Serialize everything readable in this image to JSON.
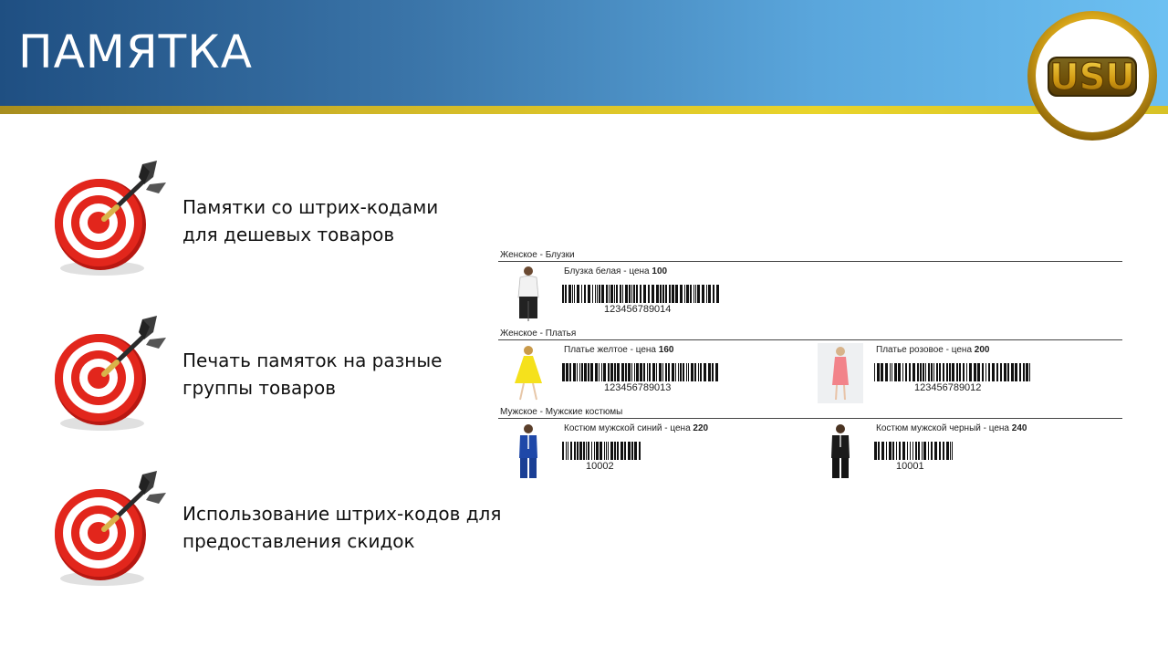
{
  "slide": {
    "title": "ПАМЯТКА",
    "logo_text": "USU"
  },
  "bullets": [
    {
      "lines": [
        "Памятки со штрих-кодами",
        "для дешевых товаров"
      ]
    },
    {
      "lines": [
        "Печать памяток на разные",
        "группы товаров"
      ]
    },
    {
      "lines": [
        "Использование штрих-кодов для",
        "предоставления скидок"
      ]
    }
  ],
  "catalog": {
    "groups": [
      {
        "title": "Женское - Блузки",
        "items": [
          {
            "name": "Блузка белая - цена",
            "price": "100",
            "barcode": "123456789014",
            "figure": "white-blouse"
          }
        ]
      },
      {
        "title": "Женское - Платья",
        "items": [
          {
            "name": "Платье желтое - цена",
            "price": "160",
            "barcode": "123456789013",
            "figure": "yellow-dress"
          },
          {
            "name": "Платье розовое - цена",
            "price": "200",
            "barcode": "123456789012",
            "figure": "pink-dress"
          }
        ]
      },
      {
        "title": "Мужское - Мужские костюмы",
        "items": [
          {
            "name": "Костюм мужской синий - цена",
            "price": "220",
            "barcode": "10002",
            "figure": "blue-suit"
          },
          {
            "name": "Костюм мужской черный - цена",
            "price": "240",
            "barcode": "10001",
            "figure": "black-suit"
          }
        ]
      }
    ]
  },
  "colors": {
    "header_dark": "#1f4f82",
    "header_light": "#6cc0f2",
    "gold": "#d7c227",
    "target_red": "#d9241c"
  }
}
